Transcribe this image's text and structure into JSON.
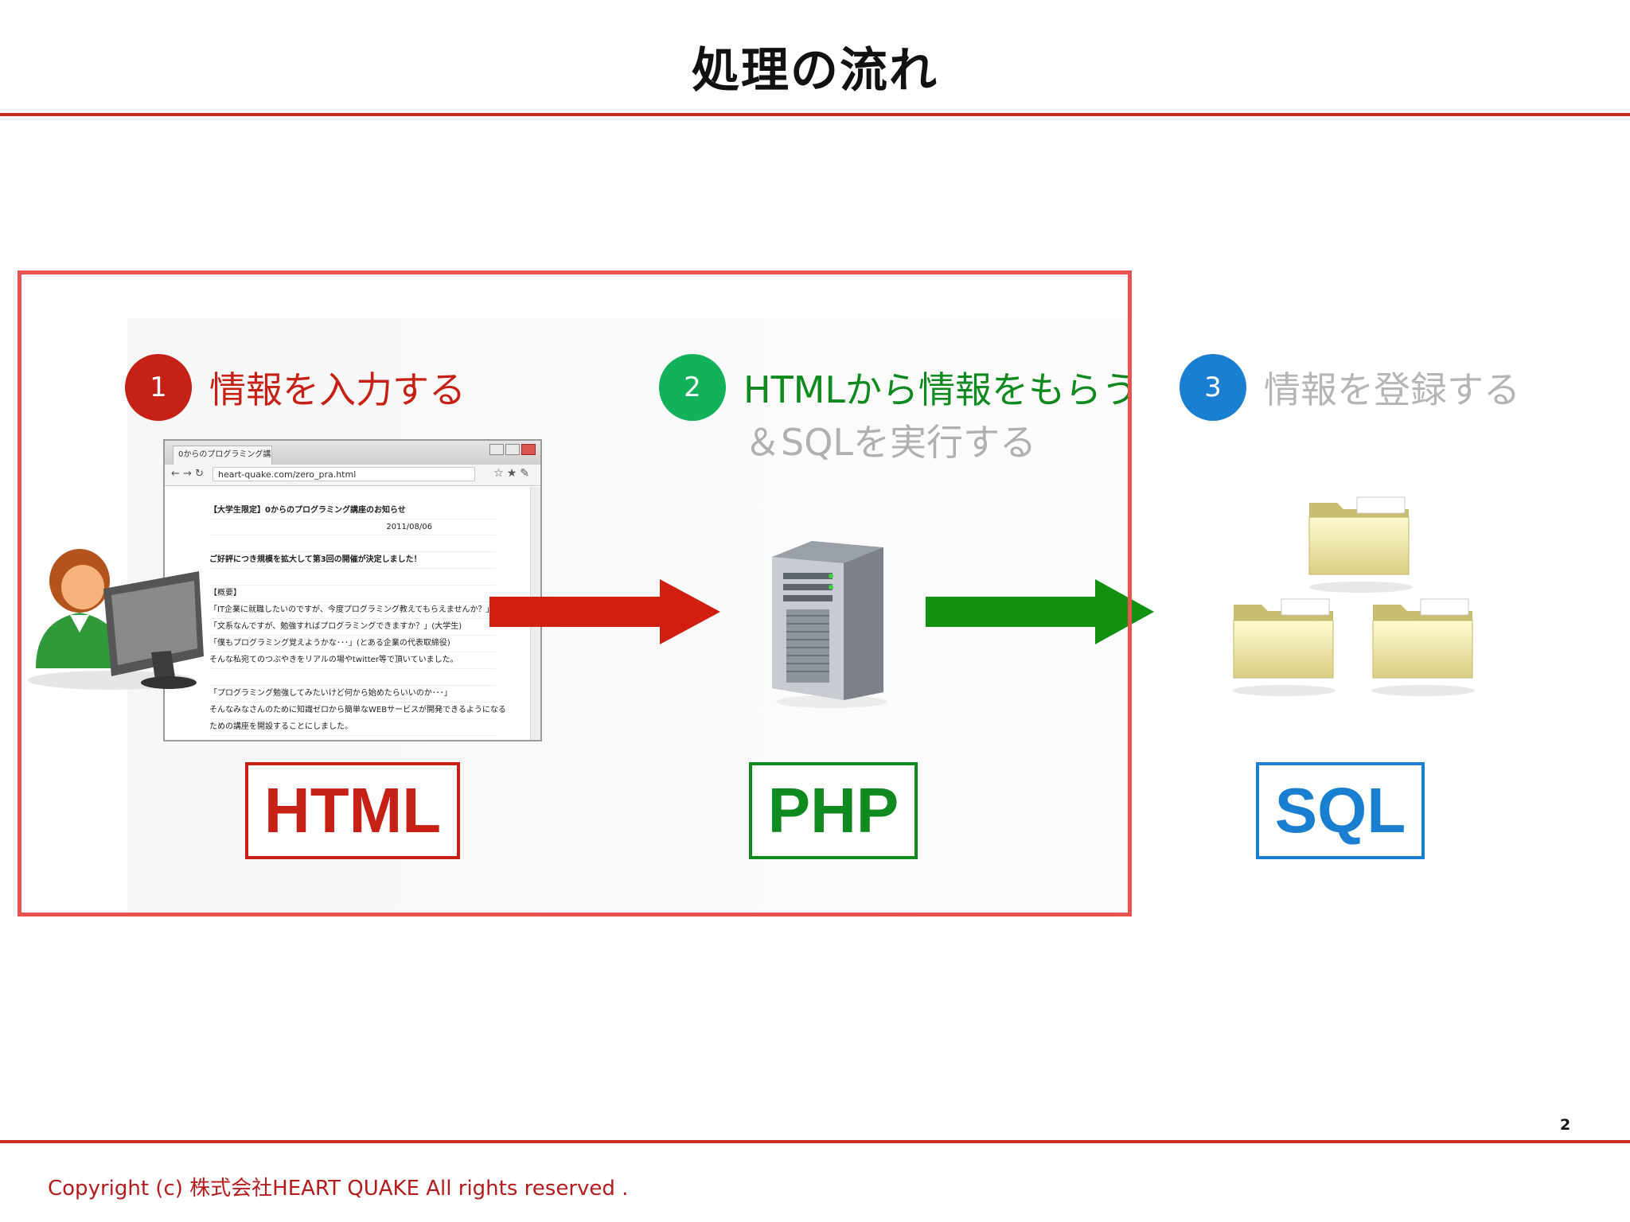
{
  "slide": {
    "title": "処理の流れ",
    "page_number": "2",
    "copyright": "Copyright (c) 株式会社HEART QUAKE All rights reserved ."
  },
  "steps": [
    {
      "number": "1",
      "label": "情報を入力する",
      "color": "#c62114"
    },
    {
      "number": "2",
      "label": "HTMLから情報をもらう",
      "sub_label": "＆SQLを実行する",
      "color": "#0e8a1e",
      "circle_color": "#13b25a"
    },
    {
      "number": "3",
      "label": "情報を登録する",
      "color": "#b5b5b5",
      "circle_color": "#1a7fd0"
    }
  ],
  "languages": [
    {
      "label": "HTML",
      "color": "#c62114"
    },
    {
      "label": "PHP",
      "color": "#0e8a1e"
    },
    {
      "label": "SQL",
      "color": "#1a7fd0"
    }
  ],
  "browser": {
    "tab_title": "0からのプログラミング講",
    "url": "heart-quake.com/zero_pra.html",
    "lines": [
      "【大学生限定】0からのプログラミング講座のお知らせ",
      "2011/08/06",
      "",
      "ご好評につき規模を拡大して第3回の開催が決定しました！",
      "",
      "【概要】",
      "「IT企業に就職したいのですが、今度プログラミング教えてもらえませんか？」(大学生)",
      "「文系なんですが、勉強すればプログラミングできますか？」(大学生)",
      "「僕もプログラミング覚えようかな･･･」(とある企業の代表取締役)",
      "そんな私宛てのつぶやきをリアルの場やtwitter等で頂いていました。",
      "",
      "「プログラミング勉強してみたいけど何から始めたらいいのか･･･」",
      "そんなみなさんのために知識ゼロから簡単なWEBサービスが開発できるようになる",
      "ための講座を開設することにしました。"
    ]
  },
  "icons": {
    "user": "user-at-computer-icon",
    "server": "server-tower-icon",
    "database": "folders-icon",
    "arrow1_color": "#d01f10",
    "arrow2_color": "#129112"
  }
}
